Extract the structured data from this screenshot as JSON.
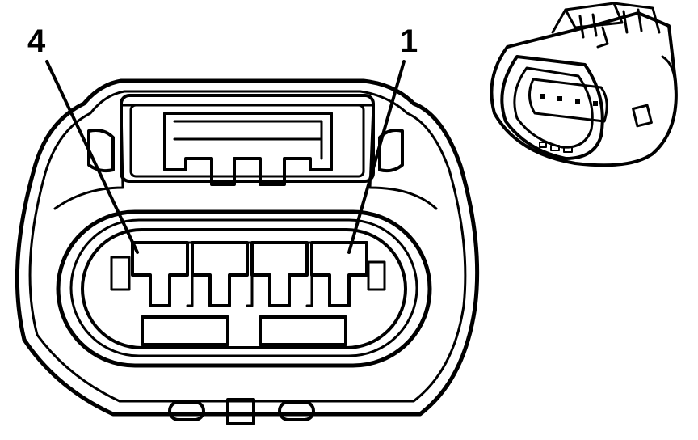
{
  "figure": {
    "line_color": "#000000",
    "background": "#ffffff",
    "pin_labels": {
      "left": "4",
      "right": "1"
    },
    "pin_count": 4
  }
}
